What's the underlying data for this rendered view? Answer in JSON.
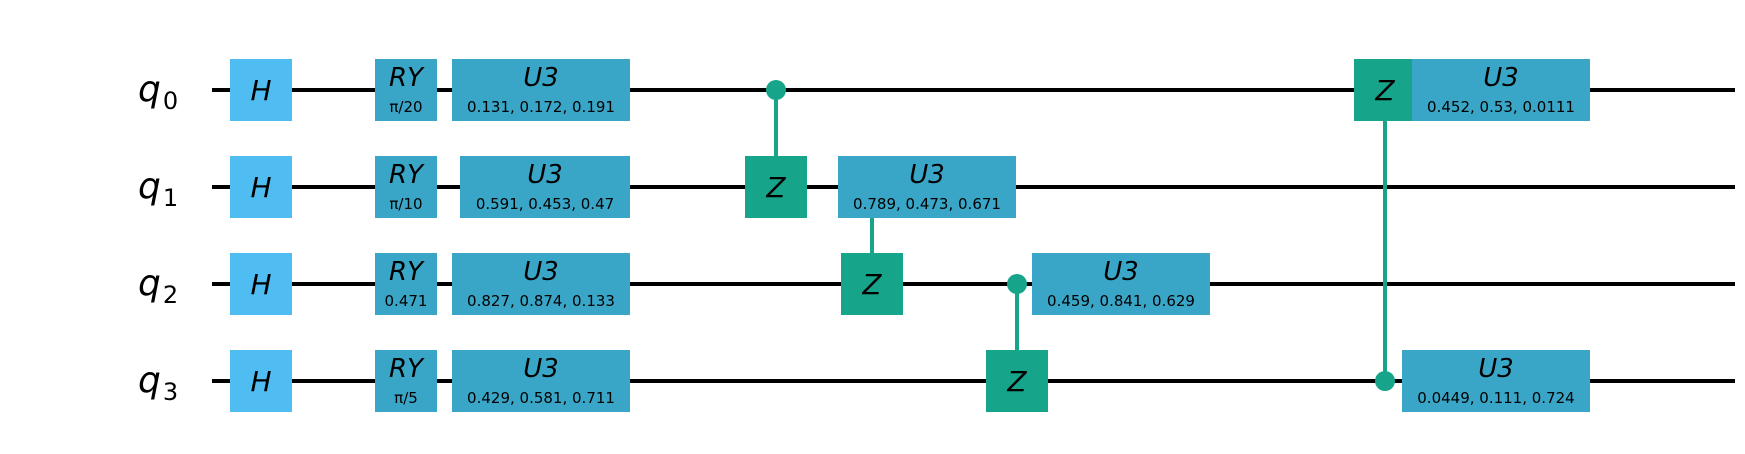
{
  "colors": {
    "background": "#ffffff",
    "wire": "#000000",
    "h_gate": "#4fbdf2",
    "ry_gate": "#3aa6c7",
    "u3_gate": "#3aa6c7",
    "controlled_z": "#16a58a",
    "text": "#000000"
  },
  "circuit": {
    "qubit_labels": [
      {
        "base": "q",
        "sub": "0"
      },
      {
        "base": "q",
        "sub": "1"
      },
      {
        "base": "q",
        "sub": "2"
      },
      {
        "base": "q",
        "sub": "3"
      }
    ],
    "gates": [
      {
        "id": "h-q0",
        "type": "H",
        "qubit": 0,
        "title": "H",
        "params": ""
      },
      {
        "id": "h-q1",
        "type": "H",
        "qubit": 1,
        "title": "H",
        "params": ""
      },
      {
        "id": "h-q2",
        "type": "H",
        "qubit": 2,
        "title": "H",
        "params": ""
      },
      {
        "id": "h-q3",
        "type": "H",
        "qubit": 3,
        "title": "H",
        "params": ""
      },
      {
        "id": "ry-q0",
        "type": "RY",
        "qubit": 0,
        "title": "RY",
        "params": "π/20"
      },
      {
        "id": "ry-q1",
        "type": "RY",
        "qubit": 1,
        "title": "RY",
        "params": "π/10"
      },
      {
        "id": "ry-q2",
        "type": "RY",
        "qubit": 2,
        "title": "RY",
        "params": "0.471"
      },
      {
        "id": "ry-q3",
        "type": "RY",
        "qubit": 3,
        "title": "RY",
        "params": "π/5"
      },
      {
        "id": "u3-q0-a",
        "type": "U3",
        "qubit": 0,
        "title": "U3",
        "params": "0.131, 0.172, 0.191"
      },
      {
        "id": "u3-q1-a",
        "type": "U3",
        "qubit": 1,
        "title": "U3",
        "params": "0.591, 0.453, 0.47"
      },
      {
        "id": "u3-q2-a",
        "type": "U3",
        "qubit": 2,
        "title": "U3",
        "params": "0.827, 0.874, 0.133"
      },
      {
        "id": "u3-q3-a",
        "type": "U3",
        "qubit": 3,
        "title": "U3",
        "params": "0.429, 0.581, 0.711"
      },
      {
        "id": "cz-0-1",
        "type": "CZ",
        "control": 0,
        "target": 1,
        "title": "Z"
      },
      {
        "id": "cz-1-2",
        "type": "CZ",
        "control": 1,
        "target": 2,
        "title": "Z"
      },
      {
        "id": "u3-q1-b",
        "type": "U3",
        "qubit": 1,
        "title": "U3",
        "params": "0.789, 0.473, 0.671"
      },
      {
        "id": "cz-2-3",
        "type": "CZ",
        "control": 2,
        "target": 3,
        "title": "Z"
      },
      {
        "id": "u3-q2-b",
        "type": "U3",
        "qubit": 2,
        "title": "U3",
        "params": "0.459, 0.841, 0.629"
      },
      {
        "id": "cz-3-0",
        "type": "CZ",
        "control": 3,
        "target": 0,
        "title": "Z"
      },
      {
        "id": "u3-q0-b",
        "type": "U3",
        "qubit": 0,
        "title": "U3",
        "params": "0.452, 0.53, 0.0111"
      },
      {
        "id": "u3-q3-b",
        "type": "U3",
        "qubit": 3,
        "title": "U3",
        "params": "0.0449, 0.111, 0.724"
      }
    ]
  }
}
